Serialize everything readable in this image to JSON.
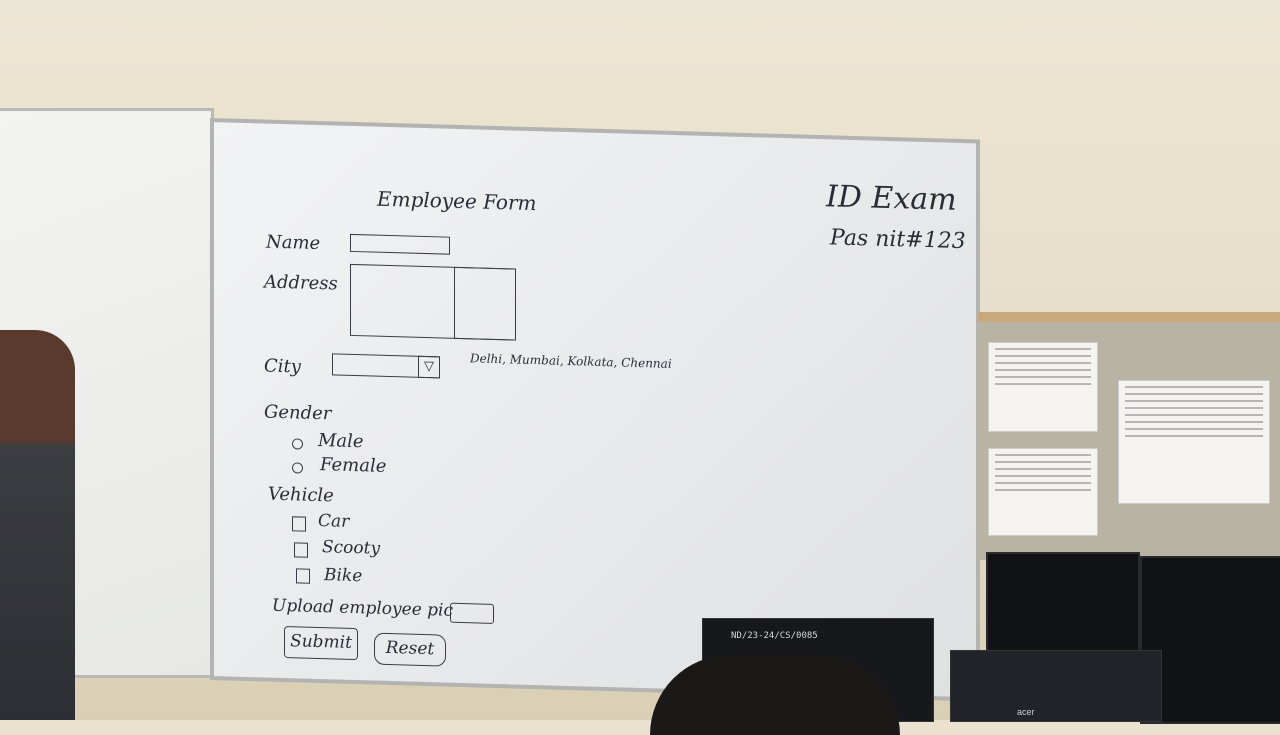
{
  "board": {
    "title": "Employee Form",
    "corner_line1": "ID Exam",
    "corner_line2": "Pas nit#123",
    "name_label": "Name",
    "address_label": "Address",
    "city_label": "City",
    "city_dropdown_arrow": "▽",
    "city_options": "Delhi, Mumbai, Kolkata, Chennai",
    "gender_label": "Gender",
    "gender_options": [
      "Male",
      "Female"
    ],
    "vehicle_label": "Vehicle",
    "vehicle_options": [
      "Car",
      "Scooty",
      "Bike"
    ],
    "upload_label": "Upload employee pic",
    "submit_label": "Submit",
    "reset_label": "Reset"
  },
  "equipment": {
    "tower_label": "ND/23-24/CS/0085",
    "brand_label": "acer"
  },
  "icons": {
    "dropdown": "dropdown-arrow-icon",
    "radio": "radio-circle-icon",
    "checkbox": "checkbox-square-icon"
  },
  "colors": {
    "marker": "#2a2d37",
    "wall": "#e8e2cf",
    "board": "#eeeff0",
    "cork_frame": "#c7a97c"
  }
}
